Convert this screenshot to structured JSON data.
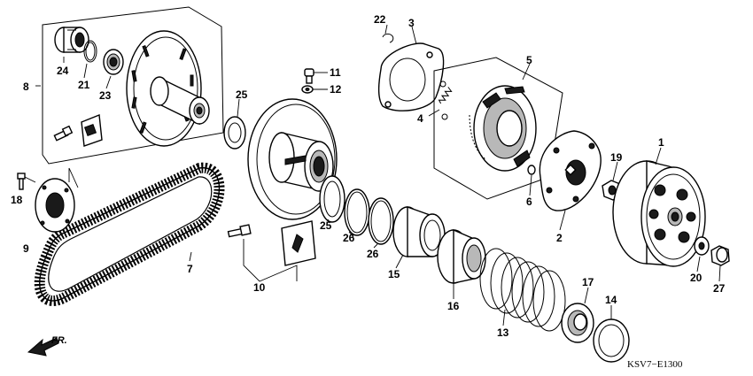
{
  "diagram": {
    "drawing_code": "KSV7−E1300",
    "direction_marker": "FR.",
    "callouts": [
      {
        "id": "c1",
        "label": "1"
      },
      {
        "id": "c2",
        "label": "2"
      },
      {
        "id": "c3",
        "label": "3"
      },
      {
        "id": "c4",
        "label": "4"
      },
      {
        "id": "c5",
        "label": "5"
      },
      {
        "id": "c6",
        "label": "6"
      },
      {
        "id": "c7",
        "label": "7"
      },
      {
        "id": "c8",
        "label": "8"
      },
      {
        "id": "c9",
        "label": "9"
      },
      {
        "id": "c10",
        "label": "10"
      },
      {
        "id": "c11",
        "label": "11"
      },
      {
        "id": "c12",
        "label": "12"
      },
      {
        "id": "c13",
        "label": "13"
      },
      {
        "id": "c14",
        "label": "14"
      },
      {
        "id": "c15",
        "label": "15"
      },
      {
        "id": "c16",
        "label": "16"
      },
      {
        "id": "c17",
        "label": "17"
      },
      {
        "id": "c18",
        "label": "18"
      },
      {
        "id": "c19",
        "label": "19"
      },
      {
        "id": "c20",
        "label": "20"
      },
      {
        "id": "c21",
        "label": "21"
      },
      {
        "id": "c22",
        "label": "22"
      },
      {
        "id": "c23",
        "label": "23"
      },
      {
        "id": "c24",
        "label": "24"
      },
      {
        "id": "c25a",
        "label": "25"
      },
      {
        "id": "c25b",
        "label": "25"
      },
      {
        "id": "c26a",
        "label": "26"
      },
      {
        "id": "c26b",
        "label": "26"
      },
      {
        "id": "c27",
        "label": "27"
      }
    ]
  }
}
